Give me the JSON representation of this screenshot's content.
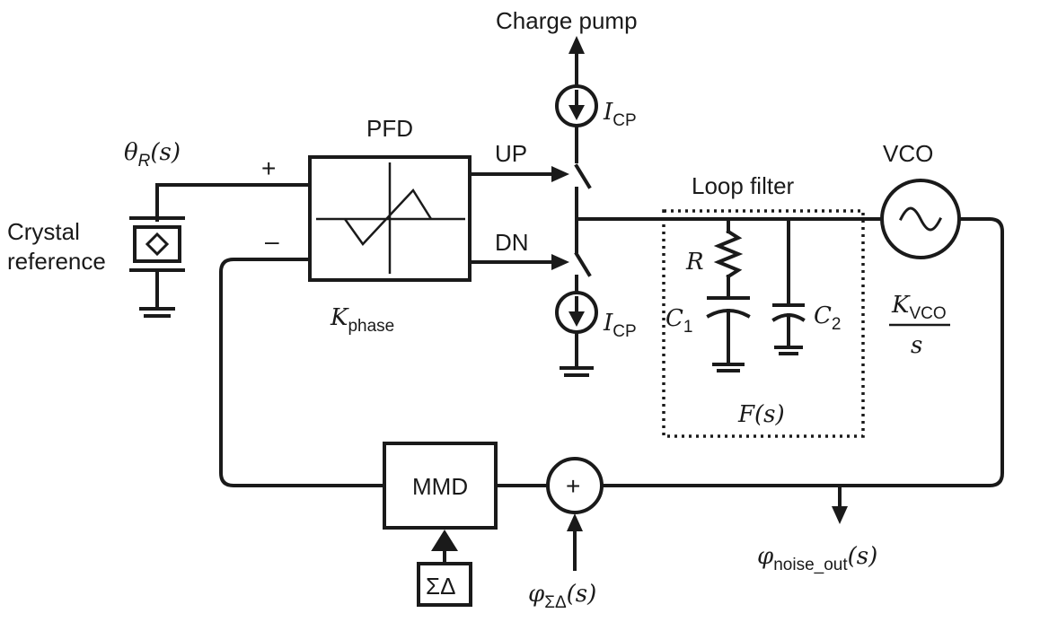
{
  "labels": {
    "charge_pump": "Charge pump",
    "pfd": "PFD",
    "up": "UP",
    "dn": "DN",
    "vco": "VCO",
    "loop_filter": "Loop filter",
    "crystal_line1": "Crystal",
    "crystal_line2": "reference",
    "mmd": "MMD",
    "sigma_delta": "ΣΔ",
    "plus_sign": "+",
    "minus_sign": "–",
    "sum_plus": "+"
  },
  "math": {
    "theta_r": {
      "sym": "θ",
      "sub": "R",
      "arg": "(s)"
    },
    "icp_top": {
      "sym": "I",
      "sub": "CP"
    },
    "icp_bottom": {
      "sym": "I",
      "sub": "CP"
    },
    "k_phase": {
      "sym": "K",
      "sub": "phase"
    },
    "r": "R",
    "c1": {
      "sym": "C",
      "sub": "1"
    },
    "c2": {
      "sym": "C",
      "sub": "2"
    },
    "k_vco": {
      "sym": "K",
      "sub": "VCO",
      "den": "s"
    },
    "f_s": "F(s)",
    "phi_noise_out": {
      "sym": "φ",
      "sub": "noise_out",
      "arg": "(s)"
    },
    "phi_sigma_delta": {
      "sym": "φ",
      "sub": "ΣΔ",
      "arg": "(s)"
    }
  }
}
